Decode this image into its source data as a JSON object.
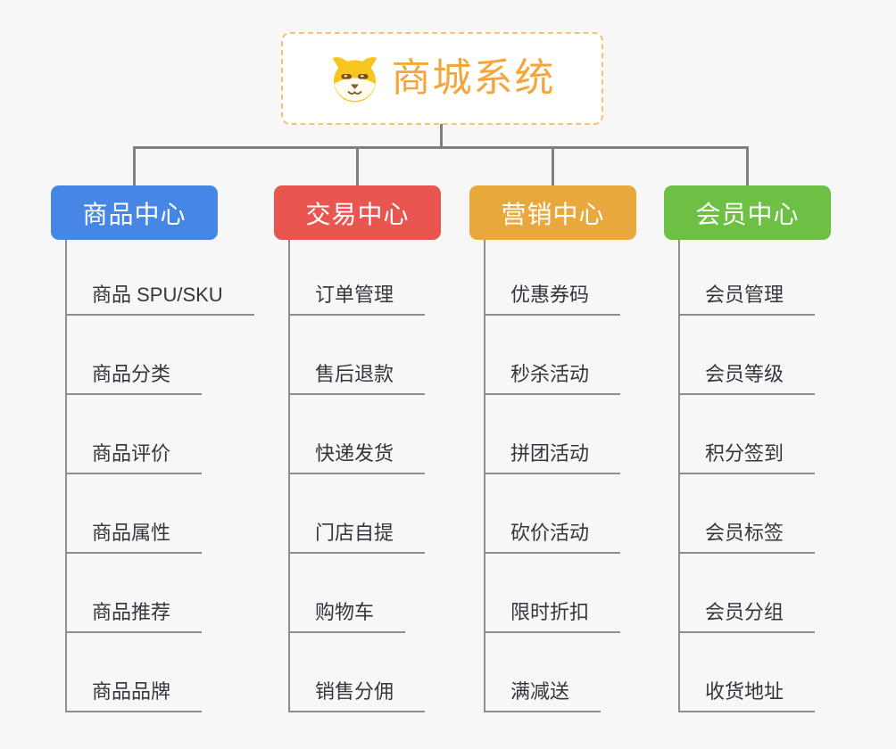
{
  "colors": {
    "bg": "#f7f7f8",
    "line": "#7f7f7f",
    "child_line": "#8e8e8e",
    "child_text": "#33373d",
    "root_text": "#f2a63c",
    "root_border": "#f6c26f",
    "node_text": "#ffffff"
  },
  "root": {
    "title": "商城系统",
    "icon": "dog-face-icon"
  },
  "branches": [
    {
      "label": "商品中心",
      "color": "#4687e6",
      "children": [
        "商品 SPU/SKU",
        "商品分类",
        "商品评价",
        "商品属性",
        "商品推荐",
        "商品品牌"
      ]
    },
    {
      "label": "交易中心",
      "color": "#e8564f",
      "children": [
        "订单管理",
        "售后退款",
        "快递发货",
        "门店自提",
        "购物车",
        "销售分佣"
      ]
    },
    {
      "label": "营销中心",
      "color": "#e9a83b",
      "children": [
        "优惠券码",
        "秒杀活动",
        "拼团活动",
        "砍价活动",
        "限时折扣",
        "满减送"
      ]
    },
    {
      "label": "会员中心",
      "color": "#6ec044",
      "children": [
        "会员管理",
        "会员等级",
        "积分签到",
        "会员标签",
        "会员分组",
        "收货地址"
      ]
    }
  ]
}
